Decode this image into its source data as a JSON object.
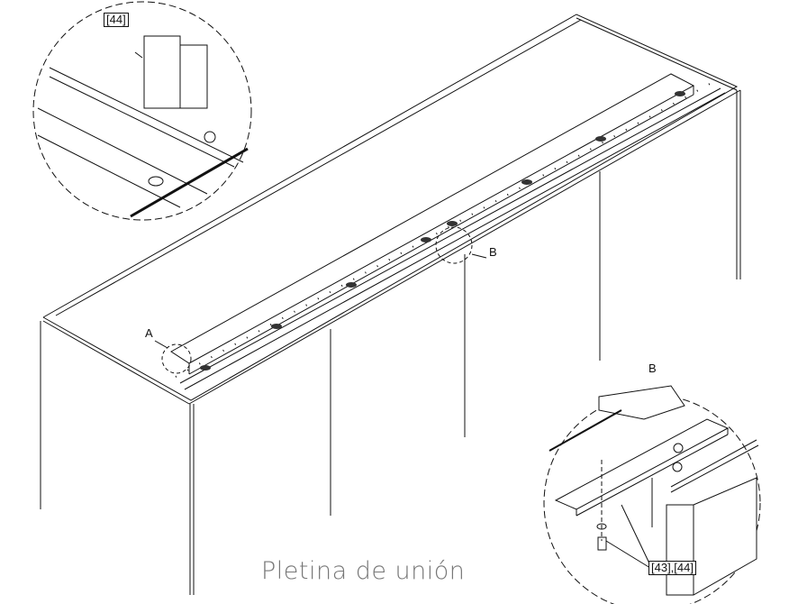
{
  "caption": "Pletina de unión",
  "callouts": {
    "detail_a_letter": "A",
    "detail_b_letter": "B",
    "detail_b_title": "B",
    "part_44": "[44]",
    "parts_43_44": "[43],[44]"
  },
  "colors": {
    "line": "#111111",
    "caption": "#777777"
  }
}
